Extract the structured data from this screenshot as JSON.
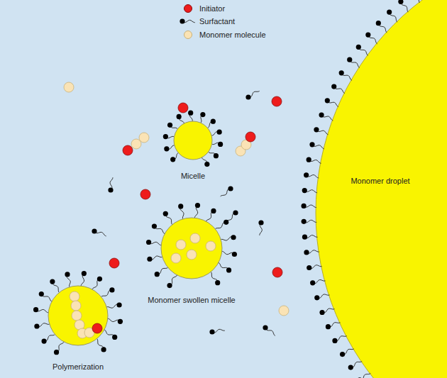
{
  "diagram": {
    "nodes": [
      {
        "text": [
          "Micelle"
        ]
      },
      {
        "text": [
          "Monomer droplet"
        ]
      },
      {
        "text": [
          "Monomer swollen micelle"
        ]
      },
      {
        "text": [
          "Polymerization"
        ]
      }
    ],
    "legend": [
      {
        "text": "Initiator",
        "color": "#ee1c1c"
      },
      {
        "text": "Surfactant"
      },
      {
        "text": "Monomer molecule",
        "color": "#fae3b5"
      }
    ]
  }
}
